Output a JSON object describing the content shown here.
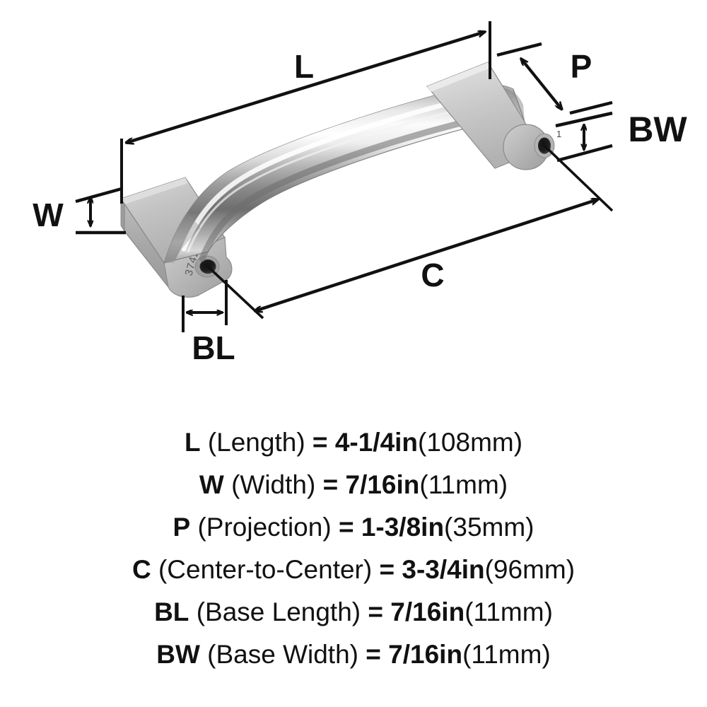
{
  "diagram": {
    "product_marking": "37423",
    "secondary_marking": "1",
    "callouts": [
      {
        "key": "L",
        "label": "L"
      },
      {
        "key": "W",
        "label": "W"
      },
      {
        "key": "P",
        "label": "P"
      },
      {
        "key": "C",
        "label": "C"
      },
      {
        "key": "BL",
        "label": "BL"
      },
      {
        "key": "BW",
        "label": "BW"
      }
    ],
    "colors": {
      "line": "#111111",
      "background": "#ffffff",
      "metal_light": "#f2f2f2",
      "metal_mid": "#b9b9b9",
      "metal_dark": "#7d7d7d",
      "metal_shadow": "#4f4f4f"
    }
  },
  "legend": {
    "rows": [
      {
        "abbr": "L",
        "desc": "(Length)",
        "eq": "=",
        "value_in": "4-1/4in",
        "value_mm": "(108mm)"
      },
      {
        "abbr": "W",
        "desc": "(Width)",
        "eq": "=",
        "value_in": "7/16in",
        "value_mm": "(11mm)"
      },
      {
        "abbr": "P",
        "desc": "(Projection)",
        "eq": "=",
        "value_in": "1-3/8in",
        "value_mm": "(35mm)"
      },
      {
        "abbr": "C",
        "desc": "(Center-to-Center)",
        "eq": "=",
        "value_in": "3-3/4in",
        "value_mm": "(96mm)"
      },
      {
        "abbr": "BL",
        "desc": "(Base Length)",
        "eq": "=",
        "value_in": "7/16in",
        "value_mm": "(11mm)"
      },
      {
        "abbr": "BW",
        "desc": "(Base Width)",
        "eq": "=",
        "value_in": "7/16in",
        "value_mm": "(11mm)"
      }
    ]
  }
}
